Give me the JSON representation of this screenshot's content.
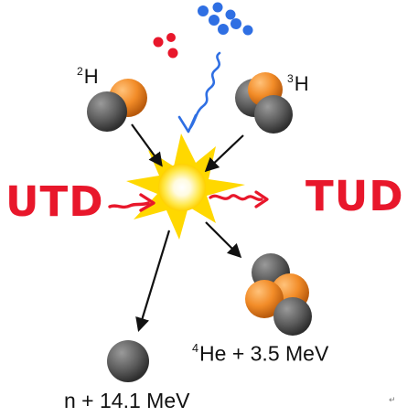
{
  "labels": {
    "deuterium": {
      "mass": "2",
      "symbol": "H"
    },
    "tritium": {
      "mass": "3",
      "symbol": "H"
    },
    "helium": {
      "mass": "4",
      "text": "He + 3.5 MeV"
    },
    "neutron": "n + 14.1 MeV"
  },
  "annotations": {
    "left": "UTD",
    "right": "TUD"
  },
  "colors": {
    "proton": "#f28c28",
    "neutron": "#666666",
    "arrow": "#111111",
    "annotation": "#e8172b",
    "blue_marks": "#2f6fe3",
    "red_dots": "#e8172b",
    "flash_outer": "#ffe21a",
    "flash_inner": "#fffbe0"
  }
}
